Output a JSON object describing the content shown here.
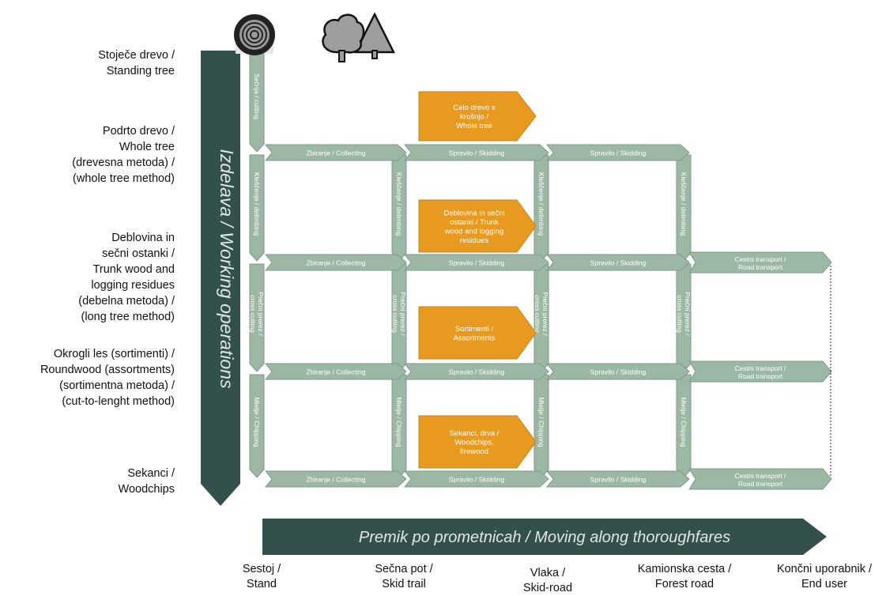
{
  "colors": {
    "dark_arrow": "#34504d",
    "green_arrow": "#9cb8a5",
    "green_arrow_dark": "#7e9c89",
    "orange_arrow": "#e89a1e",
    "icon_grey": "#9e9e9e"
  },
  "icons": [
    "tree-log-rings-icon",
    "forest-trees-icon"
  ],
  "vertical_axis_label": "Izdelava / Working operations",
  "horizontal_axis_label": "Premik po prometnicah / Moving along thoroughfares",
  "row_labels": [
    "Stoječe drevo /\nStanding tree",
    "Podrto drevo /\nWhole tree\n(drevesna metoda) /\n(whole tree method)",
    "Deblovina in\nsečni ostanki /\nTrunk wood and\nlogging residues\n(debelna metoda) /\n(long tree method)",
    "Okrogli les (sortimenti) /\nRoundwood (assortments)\n(sortimentna metoda) /\n(cut-to-lenght method)",
    "Sekanci /\nWoodchips"
  ],
  "column_labels": [
    "Sestoj /\nStand",
    "Sečna pot /\nSkid trail",
    "Vlaka /\nSkid-road",
    "Kamionska cesta /\nForest road",
    "Končni uporabnik /\nEnd user"
  ],
  "operations": {
    "cutting": "Sečnja / cutting",
    "delimbing": "Kleščenje / delimbing",
    "cross_cutting": "Prečni prerez /\ncross cutting",
    "chipping": "Mletje / Chipping",
    "collecting": "Zbiranje / Collecting",
    "skidding": "Spravilo / Skidding",
    "road_transport": "Cestni transport /\nRoad transport"
  },
  "products": [
    "Celo drevo s\nkrošnjo /\nWhole tree",
    "Deblovina in sečni\nostanki  / Trunk\nwood and logging\nresidues",
    "Sortimenti /\nAssortments",
    "Sekanci, drva /\nWoodchips,\nfirewood"
  ]
}
